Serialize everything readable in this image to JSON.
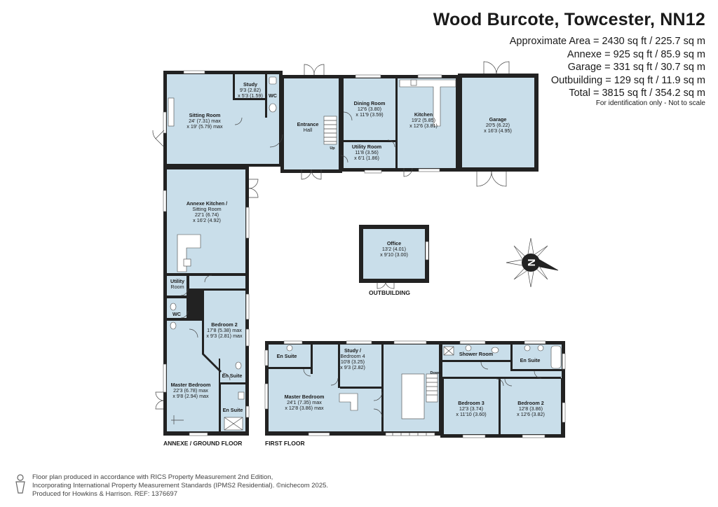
{
  "header": {
    "title": "Wood Burcote, Towcester, NN12",
    "areas": [
      "Approximate Area = 2430 sq ft / 225.7 sq m",
      "Annexe = 925 sq ft / 85.9 sq m",
      "Garage = 331 sq ft / 30.7 sq m",
      "Outbuilding = 129 sq ft / 11.9 sq m",
      "Total = 3815 sq ft / 354.2 sq m"
    ],
    "note": "For identification only - Not to scale"
  },
  "rooms": {
    "study": [
      "Study",
      "9'3 (2.82)",
      "x 5'3 (1.59)"
    ],
    "wc_main": [
      "WC"
    ],
    "sitting_room": [
      "Sitting Room",
      "24' (7.31) max",
      "x 19' (5.79) max"
    ],
    "entrance_hall": [
      "Entrance",
      "Hall"
    ],
    "up": [
      "Up"
    ],
    "dining_room": [
      "Dining Room",
      "12'6 (3.80)",
      "x 11'9 (3.59)"
    ],
    "kitchen": [
      "Kitchen",
      "19'2 (5.85)",
      "x 12'6 (3.81)"
    ],
    "utility_room": [
      "Utility Room",
      "11'8 (3.56)",
      "x 6'1 (1.86)"
    ],
    "garage": [
      "Garage",
      "20'5 (6.22)",
      "x 16'3 (4.95)"
    ],
    "annexe_kitchen": [
      "Annexe Kitchen /",
      "Sitting Room",
      "22'1 (6.74)",
      "x 16'2 (4.92)"
    ],
    "office": [
      "Office",
      "13'2 (4.01)",
      "x 9'10 (3.00)"
    ],
    "annexe_utility": [
      "Utility",
      "Room"
    ],
    "annexe_wc": [
      "WC"
    ],
    "annexe_bedroom2": [
      "Bedroom 2",
      "17'8 (5.38) max",
      "x 9'3 (2.81) max"
    ],
    "annexe_en_suite1": [
      "En Suite"
    ],
    "annexe_master": [
      "Master Bedroom",
      "22'3 (6.78) max",
      "x 9'8 (2.94) max"
    ],
    "annexe_en_suite2": [
      "En Suite"
    ],
    "ff_en_suite1": [
      "En Suite"
    ],
    "ff_study_bed4": [
      "Study /",
      "Bedroom 4",
      "10'8 (3.25)",
      "x 9'3 (2.82)"
    ],
    "ff_master": [
      "Master Bedroom",
      "24'1 (7.35) max",
      "x 12'8 (3.86) max"
    ],
    "ff_down": [
      "Down"
    ],
    "ff_shower": [
      "Shower Room"
    ],
    "ff_en_suite2": [
      "En Suite"
    ],
    "ff_bedroom3": [
      "Bedroom 3",
      "12'3 (3.74)",
      "x 11'10 (3.60)"
    ],
    "ff_bedroom2": [
      "Bedroom 2",
      "12'8 (3.86)",
      "x 12'6 (3.82)"
    ]
  },
  "floor_labels": {
    "outbuilding": "OUTBUILDING",
    "annexe": "ANNEXE / GROUND FLOOR",
    "first": "FIRST FLOOR"
  },
  "compass": {
    "letter": "N"
  },
  "footer": {
    "lines": [
      "Floor plan produced in accordance with RICS Property Measurement 2nd Edition,",
      "Incorporating International Property Measurement Standards (IPMS2 Residential). ©nichecom 2025.",
      "Produced for Howkins & Harrison.   REF: 1376697"
    ]
  },
  "colors": {
    "room_fill": "#c9deea",
    "wall": "#222222"
  }
}
